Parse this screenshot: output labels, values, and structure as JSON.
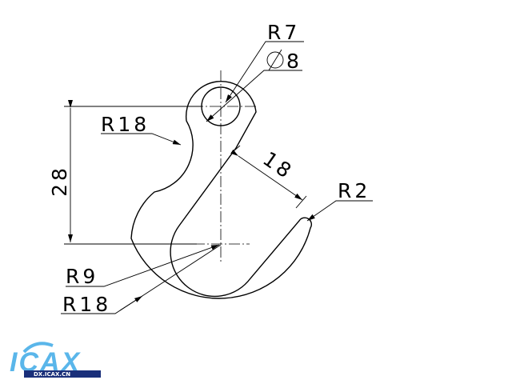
{
  "dimensions": {
    "r7": "R7",
    "dia8": "8",
    "dia_symbol": "diameter-symbol",
    "r18_top": "R18",
    "height28": "28",
    "width18": "18",
    "r2": "R2",
    "r9": "R9",
    "r18_bottom": "R18"
  },
  "logo": {
    "text": "ICAX",
    "subtext": "DX.ICAX.CN",
    "color": "#5ab6ea"
  }
}
